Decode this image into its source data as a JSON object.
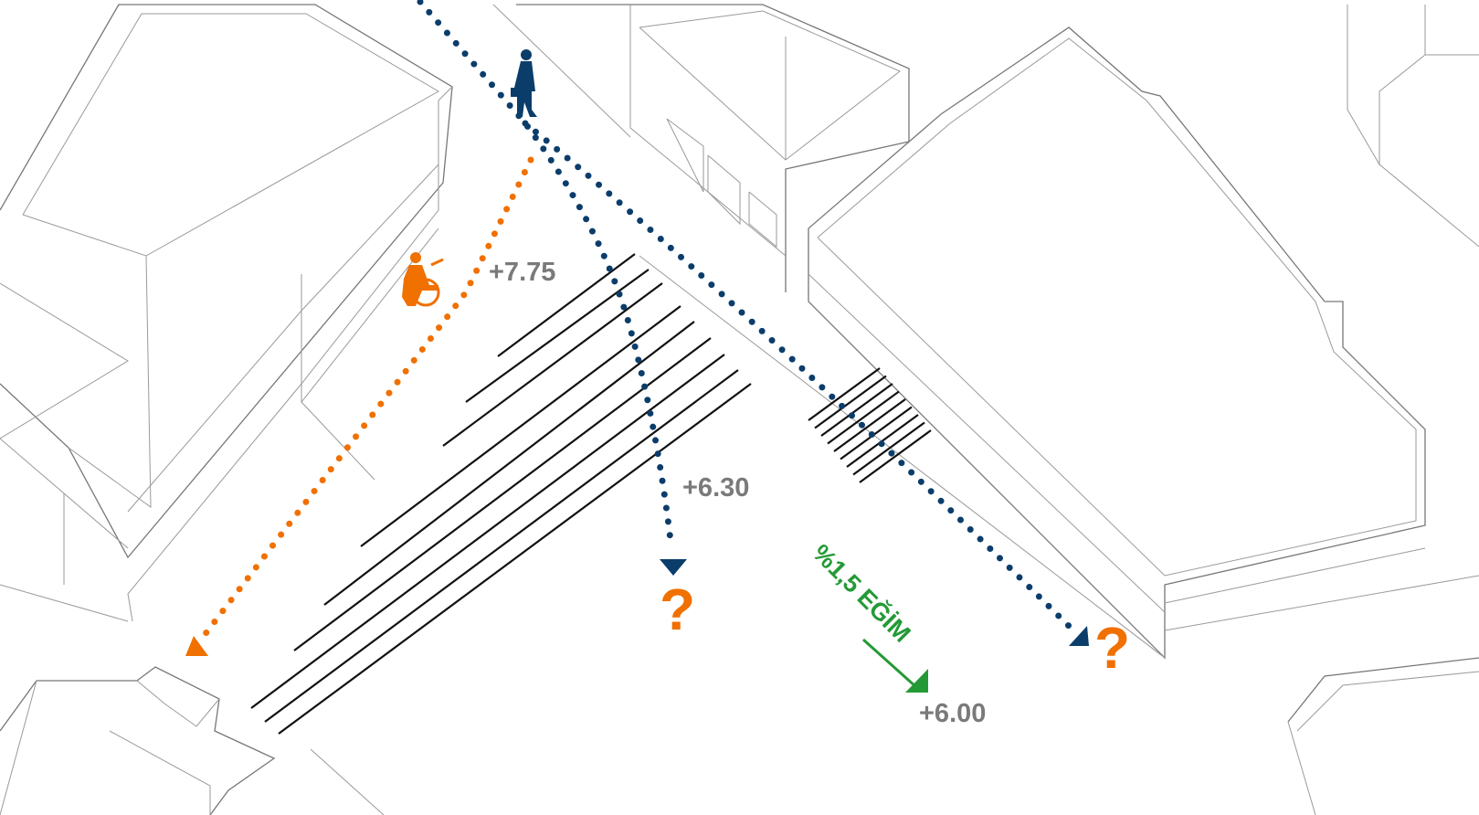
{
  "elevations": {
    "top": "+7.75",
    "middle": "+6.30",
    "bottom": "+6.00"
  },
  "slope_label": "%1,5 EĞİM",
  "unknown_marks": [
    "?",
    "?"
  ],
  "colors": {
    "pedestrian_path": "#0b3d6b",
    "wheelchair_path": "#f07000",
    "slope": "#249a36",
    "label": "#7a7a7a"
  },
  "icons": [
    "pedestrian-icon",
    "wheelchair-user-icon"
  ]
}
